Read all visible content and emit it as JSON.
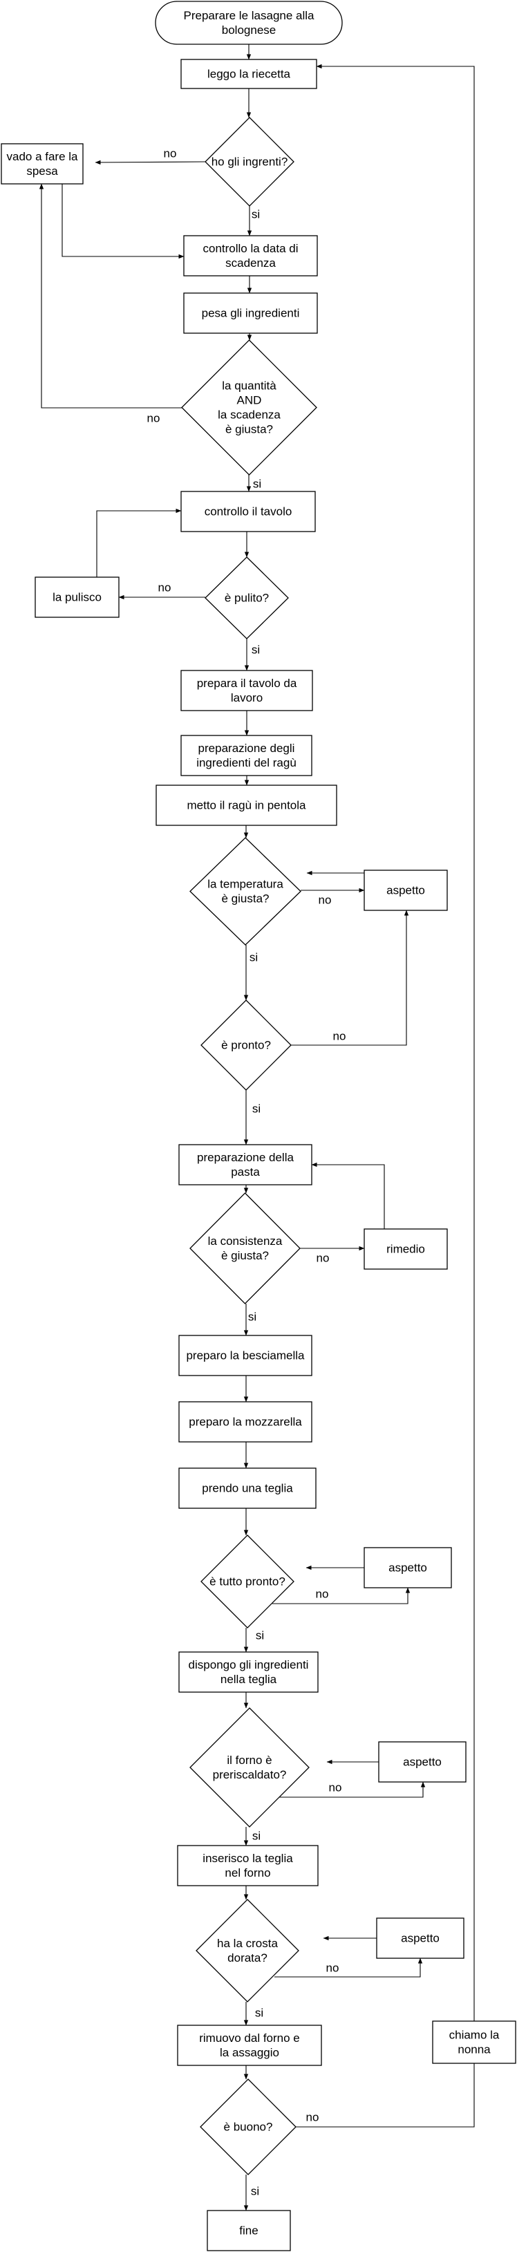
{
  "diagram": {
    "nodes": {
      "start": [
        "Preparare le lasagne alla",
        "bolognese"
      ],
      "leggo": [
        "leggo la riecetta"
      ],
      "d_ingredienti": [
        "ho gli ingrenti?"
      ],
      "spesa": [
        "vado a fare la",
        "spesa"
      ],
      "scadenza": [
        "controllo la data di",
        "scadenza"
      ],
      "pesa": [
        "pesa gli ingredienti"
      ],
      "d_quantita": [
        "la quantità",
        "AND",
        "la scadenza",
        "è giusta?"
      ],
      "tavolo": [
        "controllo il tavolo"
      ],
      "d_pulito": [
        "è pulito?"
      ],
      "pulisco": [
        "la pulisco"
      ],
      "prepara_tavolo": [
        "prepara il tavolo da",
        "lavoro"
      ],
      "prep_ragu": [
        "preparazione degli",
        "ingredienti del ragù"
      ],
      "ragu_pentola": [
        "metto il ragù in pentola"
      ],
      "d_temperatura": [
        "la temperatura",
        "è giusta?"
      ],
      "aspetto1": [
        "aspetto"
      ],
      "d_pronto": [
        "è pronto?"
      ],
      "prep_pasta": [
        "preparazione della",
        "pasta"
      ],
      "d_consistenza": [
        "la consistenza",
        "è giusta?"
      ],
      "rimedio": [
        "rimedio"
      ],
      "besciamella": [
        "preparo la besciamella"
      ],
      "mozzarella": [
        "preparo la mozzarella"
      ],
      "teglia": [
        "prendo una teglia"
      ],
      "d_tutto_pronto": [
        "è tutto pronto?"
      ],
      "aspetto2": [
        "aspetto"
      ],
      "dispongo": [
        "dispongo gli ingredienti",
        "nella teglia"
      ],
      "d_forno": [
        "il forno è",
        "preriscaldato?"
      ],
      "aspetto3": [
        "aspetto"
      ],
      "inserisco": [
        "inserisco la teglia",
        "nel forno"
      ],
      "d_crosta": [
        "ha la crosta",
        "dorata?"
      ],
      "aspetto4": [
        "aspetto"
      ],
      "rimuovo": [
        "rimuovo dal forno e",
        "la assaggio"
      ],
      "d_buono": [
        "è buono?"
      ],
      "nonna": [
        "chiamo la",
        "nonna"
      ],
      "fine": [
        "fine"
      ]
    },
    "labels": {
      "yes": "si",
      "no": "no"
    }
  }
}
